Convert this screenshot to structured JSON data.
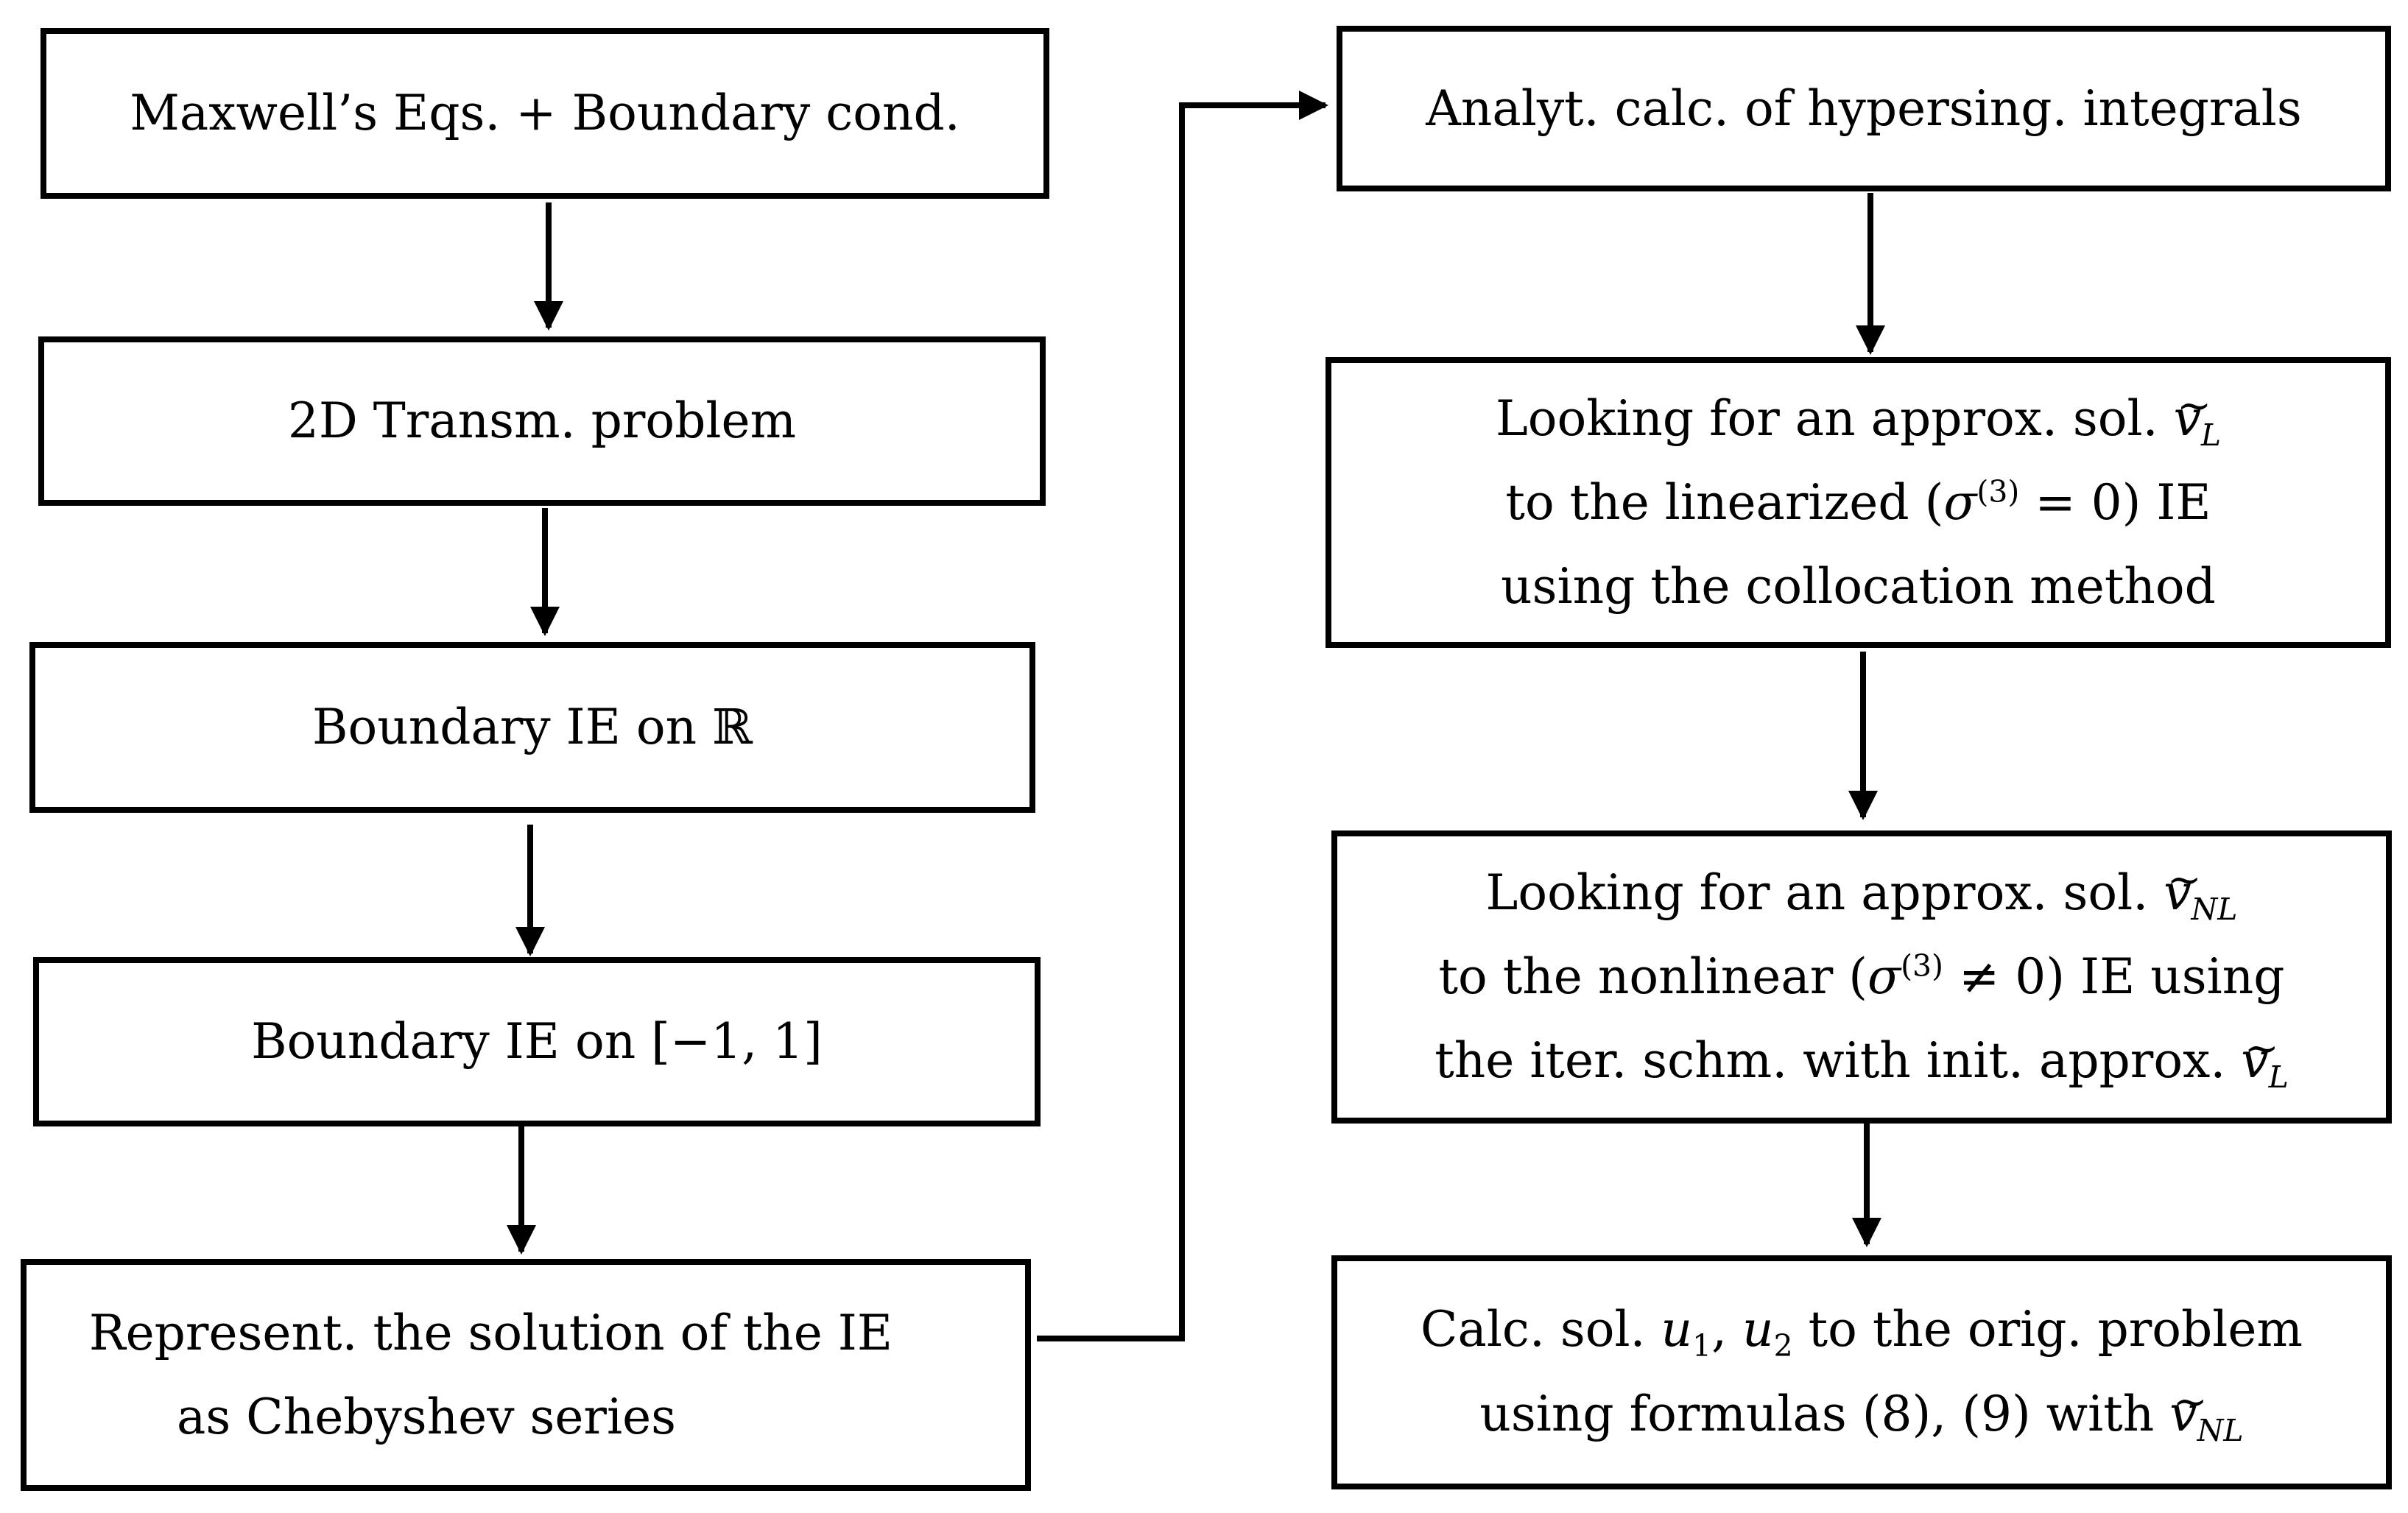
{
  "diagram": {
    "boxes": {
      "maxwell": {
        "line1": "Maxwell’s Eqs. + Boundary cond."
      },
      "transm": {
        "line1": "2D Transm. problem"
      },
      "ie_r": {
        "line1": "Boundary IE on ℝ"
      },
      "ie_interval": {
        "line1": "Boundary IE on [−1, 1]"
      },
      "chebyshev": {
        "line1": "Represent. the solution of the IE",
        "line2": "as Chebyshev series"
      },
      "analyt": {
        "line1": "Analyt. calc. of hypersing. integrals"
      },
      "linear": {
        "line1_text": "Looking for an approx. sol.",
        "v": "v",
        "sub_L": "L",
        "line2_pre": "to the linearized (",
        "sigma": "σ",
        "sup3": "(3)",
        "line2_eq": " = 0) IE",
        "line3": "using the collocation method"
      },
      "nonlinear": {
        "line1_text": "Looking for an approx. sol.",
        "v": "v",
        "sub_NL": "NL",
        "line2_pre": "to the nonlinear (",
        "sigma": "σ",
        "sup3": "(3)",
        "line2_neq": " ≠ 0) IE using",
        "line3_text": "the iter. schm. with init. approx.",
        "sub_L": "L"
      },
      "calc": {
        "line1_pre": "Calc. sol.",
        "u": "u",
        "sub1": "1",
        "comma": ",",
        "sub2": "2",
        "line1_post": "to the orig. problem",
        "line2_text": "using formulas (8), (9) with",
        "v": "v",
        "sub_NL": "NL"
      }
    }
  }
}
